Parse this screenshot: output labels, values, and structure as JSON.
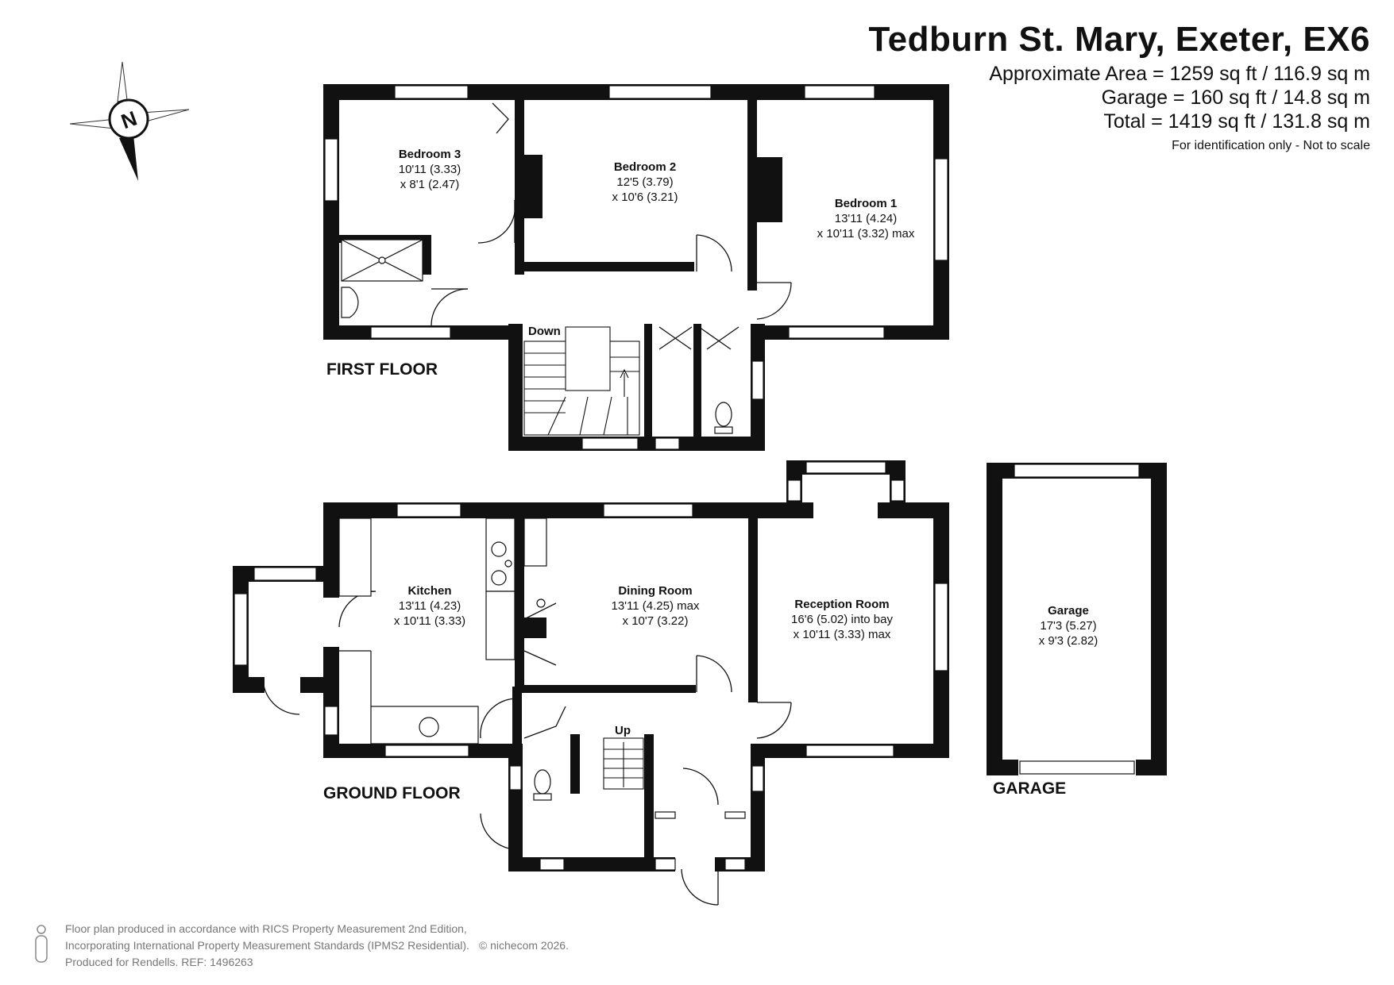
{
  "header": {
    "title": "Tedburn St. Mary, Exeter, EX6",
    "approx_area": "Approximate Area = 1259 sq ft / 116.9 sq m",
    "garage_area": "Garage = 160 sq ft / 14.8 sq m",
    "total_area": "Total = 1419 sq ft / 131.8 sq m",
    "note": "For identification only - Not to scale"
  },
  "compass": {
    "letter": "N"
  },
  "floors": {
    "first": "FIRST FLOOR",
    "ground": "GROUND FLOOR",
    "garage": "GARAGE"
  },
  "stairs": {
    "down": "Down",
    "up": "Up"
  },
  "rooms": {
    "bedroom3": {
      "name": "Bedroom 3",
      "dim1": "10'11 (3.33)",
      "dim2": "x 8'1 (2.47)"
    },
    "bedroom2": {
      "name": "Bedroom 2",
      "dim1": "12'5 (3.79)",
      "dim2": "x 10'6 (3.21)"
    },
    "bedroom1": {
      "name": "Bedroom 1",
      "dim1": "13'11 (4.24)",
      "dim2": "x 10'11 (3.32) max"
    },
    "kitchen": {
      "name": "Kitchen",
      "dim1": "13'11 (4.23)",
      "dim2": "x 10'11 (3.33)"
    },
    "dining": {
      "name": "Dining Room",
      "dim1": "13'11 (4.25) max",
      "dim2": "x 10'7 (3.22)"
    },
    "reception": {
      "name": "Reception Room",
      "dim1": "16'6 (5.02) into bay",
      "dim2": "x 10'11 (3.33) max"
    },
    "garage": {
      "name": "Garage",
      "dim1": "17'3 (5.27)",
      "dim2": "x 9'3 (2.82)"
    }
  },
  "footer": {
    "line1": "Floor plan produced in accordance with RICS Property Measurement 2nd Edition,",
    "line2": "Incorporating International Property Measurement Standards (IPMS2 Residential).",
    "copyright": "© nichecom 2026.",
    "line3": "Produced for Rendells.   REF: 1496263"
  }
}
